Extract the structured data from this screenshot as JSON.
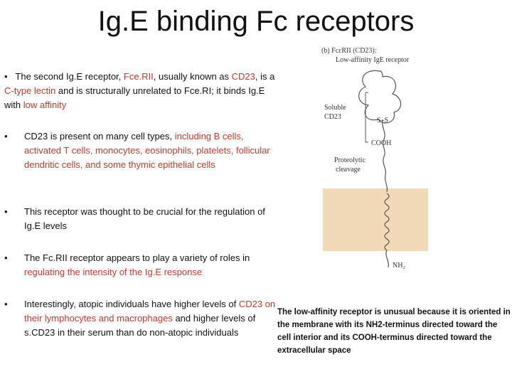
{
  "title": "Ig.E binding Fc receptors",
  "bullets": [
    {
      "marker": "•",
      "parts": [
        "The second Ig.E receptor, ",
        "Fce.RII",
        ", usually known as ",
        "CD23",
        ", is a ",
        "C-type lectin",
        " and is structurally unrelated to Fce.RI; it binds Ig.E with ",
        "low affinity"
      ]
    },
    {
      "marker": "•",
      "parts": [
        "CD23 is present on many cell types, ",
        "including B cells, activated T cells, monocytes, eosinophils, platelets, follicular dendritic cells, and some thymic epithelial cells"
      ]
    },
    {
      "marker": "•",
      "parts": [
        "This receptor was thought to be crucial for the regulation of Ig.E levels"
      ]
    },
    {
      "marker": "•",
      "parts": [
        "The Fc.RII receptor appears to play a variety of roles in ",
        "regulating the intensity of the Ig.E response"
      ]
    },
    {
      "marker": "•",
      "parts": [
        "Interestingly, atopic individuals have higher levels of ",
        "CD23 on their lymphocytes and macrophages",
        " and higher levels of s.CD23 in their serum than do non-atopic individuals"
      ]
    }
  ],
  "figure": {
    "heading_line1": "(b)  FcεRII (CD23):",
    "heading_line2": "Low-affinity IgE receptor",
    "soluble_label_line1": "Soluble",
    "soluble_label_line2": "CD23",
    "disulfide_label": "S–S",
    "cooh_label": "COOH",
    "cleavage_label_line1": "Proteolytic",
    "cleavage_label_line2": "cleavage",
    "nh2_label": "NH₂"
  },
  "caption": "The low-affinity receptor is unusual because it is oriented in the membrane with its NH2-terminus directed toward the cell interior and its COOH-terminus directed toward the extracellular space",
  "colors": {
    "accent_red": "#c0392b",
    "membrane": "#f1d9b8"
  }
}
